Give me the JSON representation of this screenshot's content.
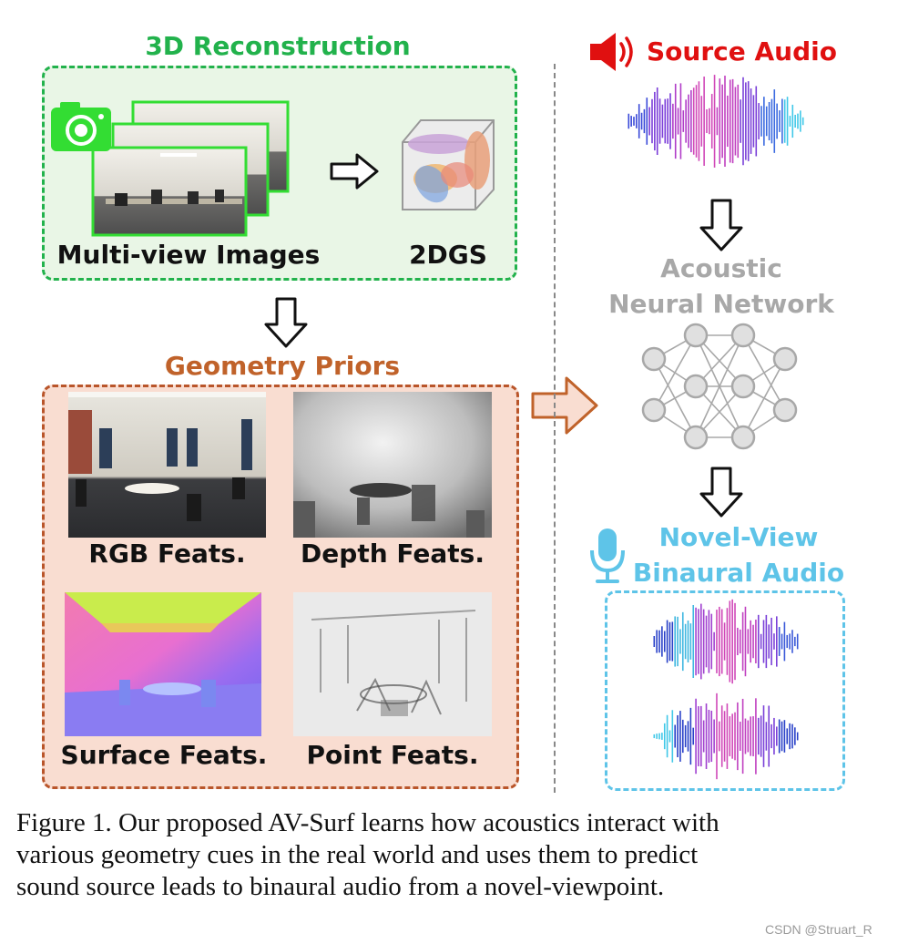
{
  "figure": {
    "reconstruction": {
      "title": "3D Reconstruction",
      "multiview_label": "Multi-view Images",
      "gs_label": "2DGS"
    },
    "priors": {
      "title": "Geometry Priors",
      "rgb_label": "RGB Feats.",
      "depth_label": "Depth Feats.",
      "surface_label": "Surface Feats.",
      "point_label": "Point Feats."
    },
    "audio": {
      "source_label": "Source Audio",
      "network_line1": "Acoustic",
      "network_line2": "Neural Network",
      "novel_line1": "Novel-View",
      "novel_line2": "Binaural Audio"
    },
    "colors": {
      "green": "#22b24c",
      "orange": "#c0622a",
      "red": "#e01010",
      "gray": "#a8a8a8",
      "cyan": "#5ec4e8"
    }
  },
  "caption": {
    "line1": "Figure 1. Our proposed AV-Surf learns how acoustics interact with",
    "line2": "various geometry cues in the real world and uses them to predict",
    "line3": "sound source leads to binaural audio from a novel-viewpoint."
  },
  "watermark": "CSDN @Struart_R"
}
